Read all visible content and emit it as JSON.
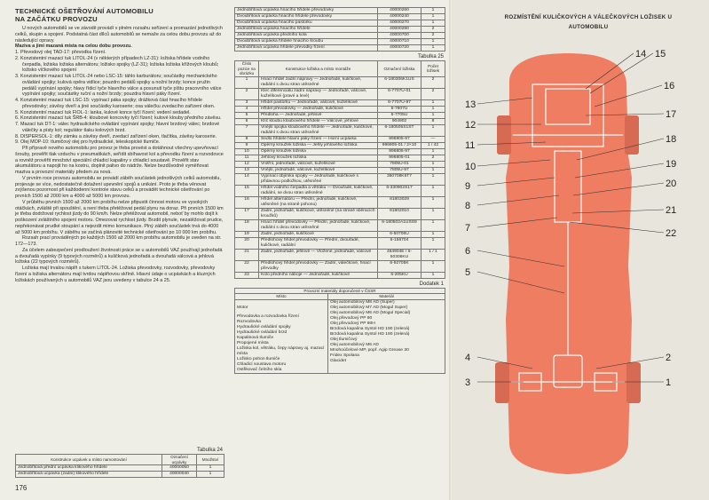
{
  "page_number": "176",
  "left": {
    "heading": [
      "TECHNICKÉ OŠETŘOVÁNÍ AUTOMOBILU",
      "NA ZAČÁTKU PROVOZU"
    ],
    "intro": "U nových automobilů se ve závodě provádí v plném rozsahu seřízení a promazání jednotlivých celků, skupin a spojení. Podstatná část dílců automobilů se nemaže za celou dobu provozu až do následující opravy.",
    "subheading": "Maziva a jimi mazaná místa na celou dobu provozu.",
    "list": [
      "1. Převodový olej TAD-17: převodka řízení.",
      "2. Konzistentní mazací tuk LITOL-24 (v některých případech LZ-31): ložiska hřídele vodního čerpadla, ložiska ložiska alternátoru; ložisko spojky (LZ-31); ložiska ložiska křížových kloubů; ložisko víčkového spojení",
      "3. Konzistentní mazací tuk LITOL-24 nebo LSC-15: táhlo karburátoru; součástky mechanického ovládání spojky; kulová opěra vidlice; pouzdro pedálů spojky a nožní brzdy; konce pružin pedálů vypínání spojky; hlavy řídicí tyče hlavního válce a posunutí tyče píštu pracovního válce vypínání spojky; součástky ruční a nožní brzdy; pouzdra hlavní páky řízení.",
      "4. Konzistentní mazací tuk LSC-15: vypínací páka spojky; drážková část hnacího hřídele převodovky; závěsy dveří a jiné součástky karoserie; osa válečku zvedacího zařízení oken.",
      "5. Konzistentní mazací tuk FIOL-1: lanka, kulové konce tyčí řízení; vedení sedadel.",
      "6. Konzistentní mazací tuk ŠRB-4: kloubové koncovky tyčí řízení; kulové klouby předního závěsu.",
      "7. Mazací tuk DT-1: válec hydraulického ovládání vypínání spojky; hlavní brzdový válec; brzdové válečky a písty kol; regulátor tlaku kolových brzd.",
      "8. DISPERSOL-1: díly zámku a závěsy dveří, zvedací zařízení oken, tlačítka, závěsy karoserie.",
      "9. Olej MOP-10: tlumičový olej pro hydraulické, teleskopické tlumiče."
    ],
    "para2": "Při přípravě nového automobilu pro provoz je třeba provést a dotáhnout všechny upevňovací šrouby, prověřit tlak vzduchu v pneumatikách, seřídit sbíhavost kol a převodku řízení a rozvodovce a rovněž prověřit množství speciální chladicí kapaliny v chladicí soustavě. Prověřit stav akumulátoru a napojit ho na kostru, doplnit palivo do nádrže. Nelze bezdůvodně vyměňovat maziva a provozní materiály předem za nová.",
    "para3": "V prvním roce provozu automobilu se provádí záběh součástek jednotlivých celků automobilu, projevuje se více, nedostatečně dotažení upevnění spojů a unikání. Proto je třeba věnovat zvýšenou pozornost při každodenní kontrole stavu celků a provádět technické ošetřování po prvních 1500 až 2000 km a 4000 až 5000 km provozu.",
    "para4": "V průběhu prvních 1500 až 2000 km probíhu nelze připustit činnost motoru ve vysokých otáčkách, zvláště při spouštění, a není třeba přetěžovat pedál plynu na doraz. Při prvních 1500 km je třeba dodržovat rychlost jízdy do 90 km/h. Nelze přetěžovat automobil, neboť by mohlo dojít k poškození zvláštního spojení motoru. Omezovat rychlost jízdy. Brzdit plynule, nezatěžovat prudce, nepřekonávat prudké stoupání a nejezdit mimo komunikace. Plný záběh součástek trvá do 4000 až 5000 km probíhu. V záběhu se začíná plánovité technické ošetřování po 10 000 km probíhu.",
    "para5": "Rozsah prací prováděných po každých 1500 až 2000 km probíhu automobilu je uveden na str. 172—173.",
    "para6": "Za účelem zabezpečení prodloužení životnosti práce se u automobilů VAZ používají jednořadá a dvouřadá vypínky (9 typových rozměrů) a kuličková jednořadá a dvouřadá válcová a jehlová ložiska (22 typových rozměrů).",
    "para7": "Ložiska mají trvalou náplň s tukem LITOL-24. Ložiska převodovky, rozvodovky, převodovky řízení a ložiska alternátoru mají tvrdou náplňovou skříně. Hlavní údaje o ucpávkách a kluzných ložiskách používaných u automobilů VAZ jsou uvedeny v tabulce 24 a 25.",
    "table24": {
      "caption": "Tabulka 24",
      "headers": [
        "Konstrukce ucpávek a místo namontování",
        "Označení ucpávky",
        "Množství"
      ],
      "rows": [
        [
          "Jednobřitová přední ucpávka klikového hřídele",
          "40000050",
          "1"
        ],
        [
          "Jednobřitová ucpávka (zadní) klikového hřídele",
          "40000040",
          "1"
        ]
      ]
    }
  },
  "right_col": {
    "top_table_rows": [
      [
        "Jednobřitová ucpávka hnacího hřídele převodovky",
        "40000260",
        "1"
      ],
      [
        "Dvoubřitová ucpávka hnacího hřídele převodovky",
        "40000240",
        "1"
      ],
      [
        "Dvoubřitová ucpávka hnacího pastorku",
        "40000270",
        "1"
      ],
      [
        "Jednobřitová ucpávka hnacího hřídele",
        "40000280",
        "2"
      ],
      [
        "Jednobřitová ucpávka předního kola",
        "40000700",
        "2"
      ],
      [
        "Dvoubřitová ucpávka hřídele hnacího šroubu",
        "40000710",
        "1"
      ],
      [
        "Jednobřitová ucpávka hřídele převodky řízení",
        "40000720",
        "1"
      ]
    ],
    "table25": {
      "caption": "Tabulka 25",
      "headers": [
        "Číslo pozice na obrázku",
        "Konstrukce ložiska a místo montáže",
        "Označení ložiska",
        "Počet ložisek"
      ],
      "rows": [
        [
          "1",
          "Hnací hřídel zadní nápravy — Jednořadé, kuličkové, radiální s dvou stran utěsněné",
          "6-180306K1US",
          "2"
        ],
        [
          "2",
          "Klec diferenciálu zadní nápravy — Jednořadé, válcové, kuželíkové (pravé a levé)",
          "6-7707U-01",
          "2"
        ],
        [
          "3",
          "Hřídel pastorku — Jednořadé, válcové, kuželíkové",
          "6-7707U-97",
          "1"
        ],
        [
          "4",
          "Hřídel převodovky — Jednořadé, kuličkové",
          "6-7807U",
          "1"
        ],
        [
          "5",
          "Předloha — Jednořadé, jehlové",
          "6-7705U",
          "1"
        ],
        [
          "6",
          "Klíč kloubu kloubového hřídele — Válcové, jehlové",
          "904902",
          "8"
        ],
        [
          "7",
          "Vnější spojka kloubového hřídele — Jednořadé, kuličkové, radiální s dvou stran utěsněné",
          "6-180505S1ST",
          "1"
        ],
        [
          "8",
          "Sedlo hřídele hlavní páky řízení — Horní ucpávka",
          "996905-97",
          "—"
        ],
        [
          "9",
          "Opěrný kroužek ložiska — Jehly jehlového ložiska",
          "996905-01 / 2×10",
          "1 / 42"
        ],
        [
          "10",
          "Opěrný kroužek ložiska",
          "996805-97",
          "1"
        ],
        [
          "11",
          "Jehlový kroužek ložiska",
          "996805-01",
          "2"
        ],
        [
          "12",
          "Vnitřní, jednořadé, válcové, kuželíkové",
          "7805U-01",
          "1"
        ],
        [
          "13",
          "Vnější, jednořadé, válcové, kuželíkové",
          "7805U-97",
          "1"
        ],
        [
          "14",
          "Vypínací objímka spojky — Jednořadé, kuličkové s přídavnou podložkou, utěsněné",
          "360708K5T7",
          "1"
        ],
        [
          "15",
          "Hřídel vodního čerpadla a větráku — Dvouřadé, kuličkové, radiální, se dvou stran utěsněné",
          "6-330902S17",
          "1"
        ],
        [
          "16",
          "Hřídel alternátoru — Přední, jednořadé, kuličkové, utěsněné (na straně pohonu)",
          "81803029",
          "1"
        ],
        [
          "17",
          "Zadní, jednořadé, kuličkové, utěsněné (na straně sběracích kroužků)",
          "81802010",
          "1"
        ],
        [
          "18",
          "Hnací hřídel převodovky — Přední, jednořadé, kuličkové, radiální s dvou stran utěsněné",
          "6-180502A1USS9",
          "1"
        ],
        [
          "19",
          "Zadní, jednořadé, kuličkové",
          "6-50706U",
          "1"
        ],
        [
          "20",
          "Předlohový hřídel převodovky — Přední, dvouřadé, kuličkové, radiální",
          "6-156704",
          "1"
        ],
        [
          "21",
          "Zadní, jednořadé, jehlové — Vložené, jednořadé, válcové",
          "464904E / 6-50306KU",
          "1 / 1"
        ],
        [
          "22",
          "Předlohový hřídel převodovky — Zadní, válečkové, hnací převodky",
          "6-92705K",
          "1"
        ],
        [
          "23",
          "Kolo předního náboje — Jednořadé, kuličkové",
          "6-205KU",
          "1"
        ]
      ]
    },
    "dodatek": {
      "caption": "Dodatek 1",
      "title": "Provozní materiály doporučené v ČSSR",
      "headers": [
        "Místo",
        "Materiál"
      ],
      "motor_label": "Motor",
      "places": [
        "Převodovka a rozvodovka řízení",
        "Rozvodovka",
        "Hydraulické ovládání spojky",
        "Hydraulické ovládání brzd",
        "Kapalinová tlumiče",
        "Propojené místa",
        "Ložiska kol, větráku, čepy nápravy aj. mazací místa",
        "Ložisko pohon tlumiče",
        "Chladicí soustava motoru",
        "Ostřikovač čelního skla"
      ],
      "materials": [
        "Olej automobilový M8 AD (Super)",
        "Olej automobilový M7 AD (Mogul Super)",
        "Olej automobilový M6 AD (Mogul Special)",
        "Olej převodový PP 90",
        "Olej převodový PP 90H",
        "Brzdová kapalina Syntol HD 190 (zelená)",
        "Brzdová kapalina Syntol HD 190 (zelená)",
        "Olej tlumičový",
        "Olej automobilový M6 AD",
        "Mnohoúčelové MP, popř. Agip Grease 30",
        "Fridex Spolana",
        "Glacidet"
      ]
    }
  },
  "diagram": {
    "title": [
      "ROZMÍSTĚNÍ KULIČKOVÝCH A VÁLEČKOVÝCH LOŽISEK U",
      "AUTOMOBILU"
    ],
    "labels_left": [
      "13",
      "12",
      "11",
      "10",
      "9",
      "8",
      "7",
      "6",
      "5",
      "4",
      "3"
    ],
    "labels_right": [
      "14",
      "15",
      "16",
      "17",
      "18",
      "19",
      "20",
      "21",
      "22",
      "2",
      "1"
    ],
    "body_color": "#ee7d62"
  }
}
